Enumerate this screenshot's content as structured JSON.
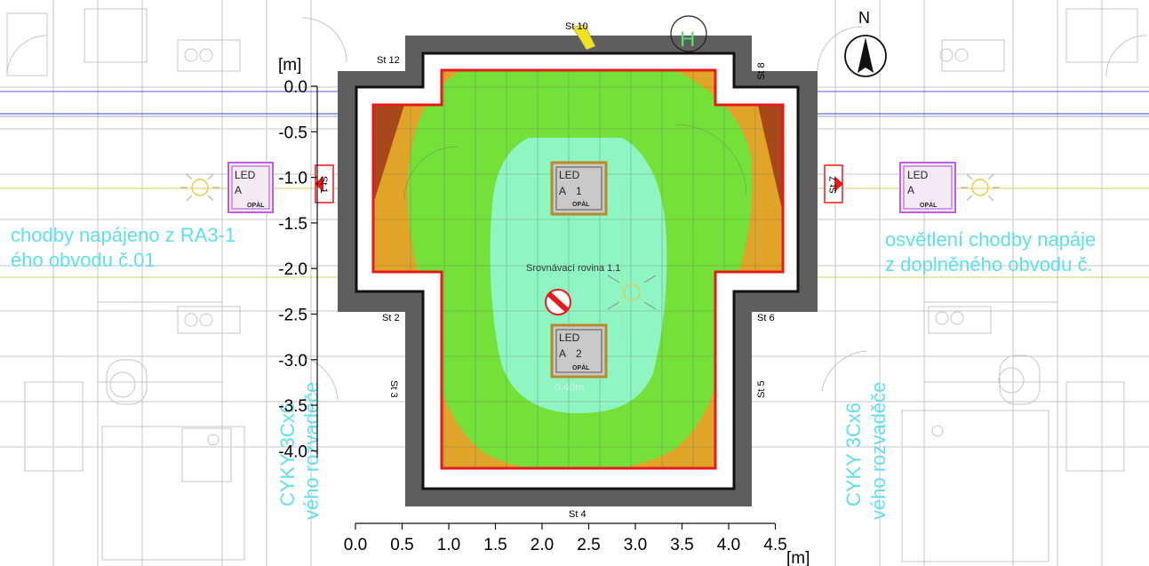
{
  "axes": {
    "y_unit": "[m]",
    "x_unit": "[m]",
    "y_ticks": [
      "0.0",
      "-0.5",
      "-1.0",
      "-1.5",
      "-2.0",
      "-2.5",
      "-3.0",
      "-3.5",
      "-4.0"
    ],
    "x_ticks": [
      "0.0",
      "0.5",
      "1.0",
      "1.5",
      "2.0",
      "2.5",
      "3.0",
      "3.5",
      "4.0",
      "4.5"
    ]
  },
  "compass": {
    "label": "N"
  },
  "reference_plane": {
    "label": "Srovnávací rovina 1.1"
  },
  "walls": {
    "st1": "St 1",
    "st2": "St 2",
    "st3": "St 3",
    "st4": "St 4",
    "st5": "St 5",
    "st6": "St 6",
    "st7": "St 7",
    "st8": "St 8",
    "st10": "St 10",
    "st12": "St 12"
  },
  "luminaires": {
    "l1": {
      "type": "LED",
      "group": "A",
      "index": "1",
      "finish": "OPÁL"
    },
    "l2": {
      "type": "LED",
      "group": "A",
      "index": "2",
      "finish": "OPÁL"
    },
    "left": {
      "type": "LED",
      "group": "A",
      "finish": "OPÁL"
    },
    "right": {
      "type": "LED",
      "group": "A",
      "finish": "OPÁL"
    }
  },
  "annotations": {
    "left_line1": "chodby napájeno z RA3-1",
    "left_line2": "ého obvodu č.01",
    "right_line1": "osvětlení chodby napáje",
    "right_line2": "z doplněného obvodu č.",
    "cable_left_1": "CYKY 3Cx6",
    "cable_left_2": "vého rozvaděče",
    "cable_right_1": "CYKY 3Cx6",
    "cable_right_2": "vého rozvaděče",
    "value_label": "0,40m",
    "h_mark": "H"
  },
  "colors": {
    "zone_outer": "#a8471a",
    "zone_orange": "#e0a528",
    "zone_green": "#74e13a",
    "zone_mint": "#8ff5c3",
    "room_border": "#e8191a",
    "wall_gray": "#5e5e5e",
    "cad_cyan": "#5ee0ea"
  }
}
